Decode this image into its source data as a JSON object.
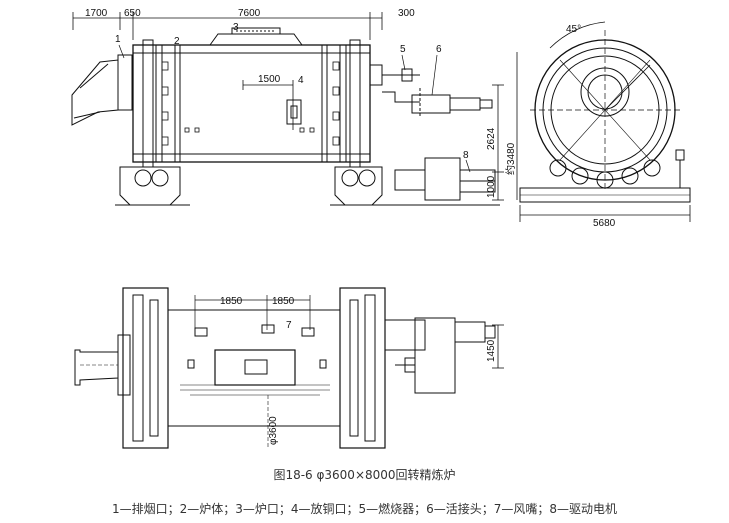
{
  "caption": {
    "title": "图18-6 φ3600×8000回转精炼炉",
    "legend": "1—排烟口；2—炉体；3—炉口；4—放铜口；5—燃烧器；6—活接头；7—风嘴；8—驱动电机"
  },
  "front_view": {
    "dims": {
      "d1700": "1700",
      "d650": "650",
      "d7600": "7600",
      "d300": "300",
      "d1500": "1500",
      "d2624": "2624",
      "d1000": "1000",
      "d3480": "约3480"
    },
    "labels": {
      "n1": "1",
      "n2": "2",
      "n3": "3",
      "n4": "4",
      "n5": "5",
      "n6": "6",
      "n8": "8"
    }
  },
  "side_view": {
    "dims": {
      "d45": "45°",
      "d5680": "5680"
    }
  },
  "plan_view": {
    "dims": {
      "d1850a": "1850",
      "d1850b": "1850",
      "d1450": "1450",
      "d3600": "φ3600"
    },
    "labels": {
      "n7": "7"
    }
  }
}
